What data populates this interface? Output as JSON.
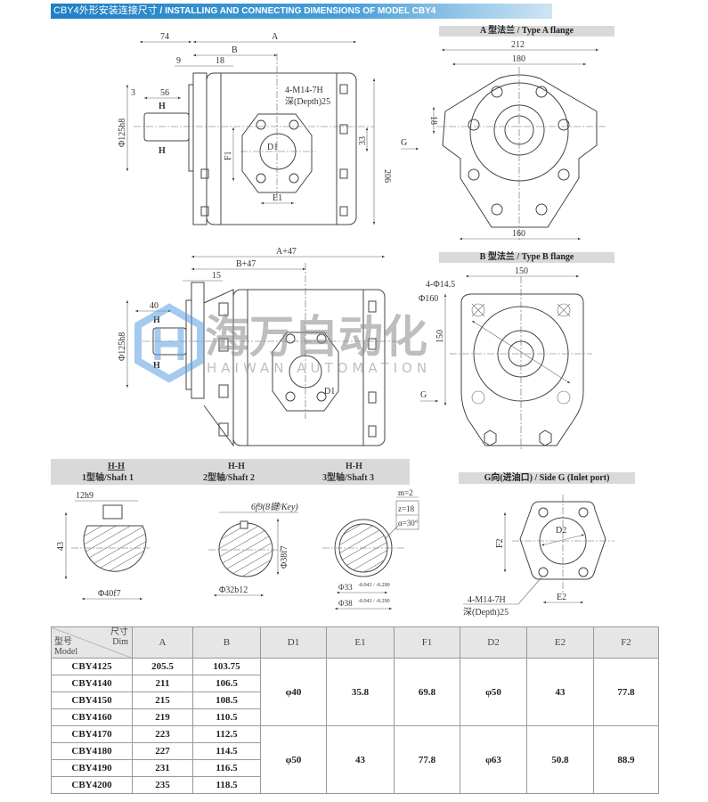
{
  "title": {
    "cn": "CBY4外形安装连接尺寸",
    "en": " / INSTALLING AND CONNECTING DIMENSIONS OF MODEL CBY4"
  },
  "watermark": {
    "cn": "海万自动化",
    "en": "HAIWAN AUTOMATION"
  },
  "views": {
    "side": {
      "dims": {
        "d74": "74",
        "A": "A",
        "B": "B",
        "d9": "9",
        "d18": "18",
        "d3": "3",
        "d56": "56",
        "phi": "Φ125h8",
        "d206": "206",
        "d33": "33",
        "F1": "F1",
        "E1": "E1",
        "D1": "D1",
        "H": "H",
        "thread": "4-M14-7H",
        "depth": "深(Depth)25"
      }
    },
    "flange_a": {
      "label": "A 型法兰 / Type A flange",
      "d212": "212",
      "d180": "180",
      "d160": "160",
      "d18": "18",
      "G": "G"
    },
    "side_b": {
      "dims": {
        "A47": "A+47",
        "B47": "B+47",
        "d15": "15",
        "d40": "40",
        "phi": "Φ125h8",
        "H": "H",
        "D1": "D1"
      }
    },
    "flange_b": {
      "label": "B 型法兰 / Type B flange",
      "d150w": "150",
      "d150h": "150",
      "phi160": "Φ160",
      "holes": "4-Φ14.5",
      "G": "G"
    },
    "shafts": [
      {
        "hh": "H-H",
        "label": "1型轴/Shaft 1",
        "key": "12h9",
        "h": "43",
        "dia": "Φ40f7"
      },
      {
        "hh": "H-H",
        "label": "2型轴/Shaft 2",
        "key": "6f9(8键/Key)",
        "h": "Φ38f7",
        "dia": "Φ32b12"
      },
      {
        "hh": "H-H",
        "label": "3型轴/Shaft 3",
        "m": "m=2",
        "z": "z=18",
        "alpha": "α=30°",
        "d1": "Φ33",
        "d1tol": "-0.043 / -0.290",
        "d2": "Φ38",
        "d2tol": "-0.043 / -0.290"
      }
    ],
    "side_g": {
      "label": "G向(进油口) / Side G (Inlet port)",
      "F2": "F2",
      "D2": "D2",
      "E2": "E2",
      "thread": "4-M14-7H",
      "depth": "深(Depth)25"
    }
  },
  "table": {
    "corner": {
      "dim_cn": "尺寸",
      "dim_en": "Dim",
      "model_cn": "型号",
      "model_en": "Model"
    },
    "headers": [
      "A",
      "B",
      "D1",
      "E1",
      "F1",
      "D2",
      "E2",
      "F2"
    ],
    "rows": [
      {
        "model": "CBY4125",
        "A": "205.5",
        "B": "103.75"
      },
      {
        "model": "CBY4140",
        "A": "211",
        "B": "106.5"
      },
      {
        "model": "CBY4150",
        "A": "215",
        "B": "108.5"
      },
      {
        "model": "CBY4160",
        "A": "219",
        "B": "110.5"
      },
      {
        "model": "CBY4170",
        "A": "223",
        "B": "112.5"
      },
      {
        "model": "CBY4180",
        "A": "227",
        "B": "114.5"
      },
      {
        "model": "CBY4190",
        "A": "231",
        "B": "116.5"
      },
      {
        "model": "CBY4200",
        "A": "235",
        "B": "118.5"
      }
    ],
    "groups": [
      {
        "D1": "φ40",
        "E1": "35.8",
        "F1": "69.8",
        "D2": "φ50",
        "E2": "43",
        "F2": "77.8"
      },
      {
        "D1": "φ50",
        "E1": "43",
        "F1": "77.8",
        "D2": "φ63",
        "E2": "50.8",
        "F2": "88.9"
      }
    ]
  }
}
